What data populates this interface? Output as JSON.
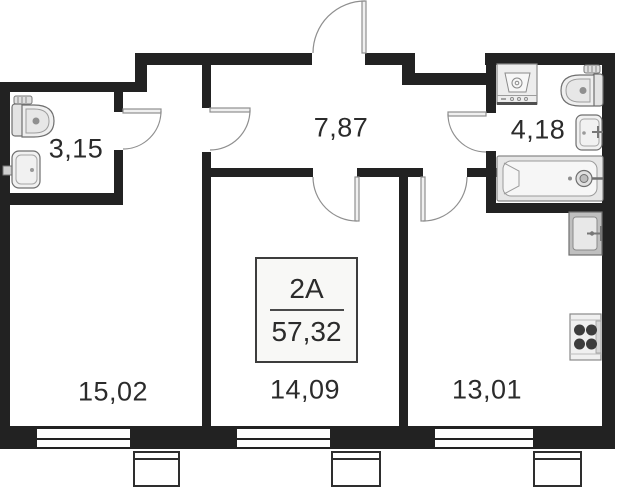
{
  "unit": {
    "type_label": "2A",
    "total_area": "57,32"
  },
  "rooms": {
    "bathroom_small": {
      "area": "3,15"
    },
    "hallway": {
      "area": "7,87"
    },
    "bathroom_large": {
      "area": "4,18"
    },
    "room_left": {
      "area": "15,02"
    },
    "room_middle": {
      "area": "14,09"
    },
    "kitchen": {
      "area": "13,01"
    }
  },
  "fixtures": {
    "bathroom_small": [
      "toilet-icon",
      "sink-icon"
    ],
    "bathroom_large": [
      "washing-machine-icon",
      "toilet-icon",
      "sink-icon",
      "bathtub-icon"
    ],
    "kitchen": [
      "kitchen-sink-icon",
      "stove-icon"
    ]
  },
  "counts": {
    "doors": 6,
    "windows": 3
  },
  "colors": {
    "wall": "#222222",
    "door_arc": "#8f8f8f",
    "fixture_outline": "#6f6f6f",
    "fixture_fill": "#efefef",
    "text": "#2b2b2b",
    "unit_box_bg": "#f8f8f6"
  }
}
